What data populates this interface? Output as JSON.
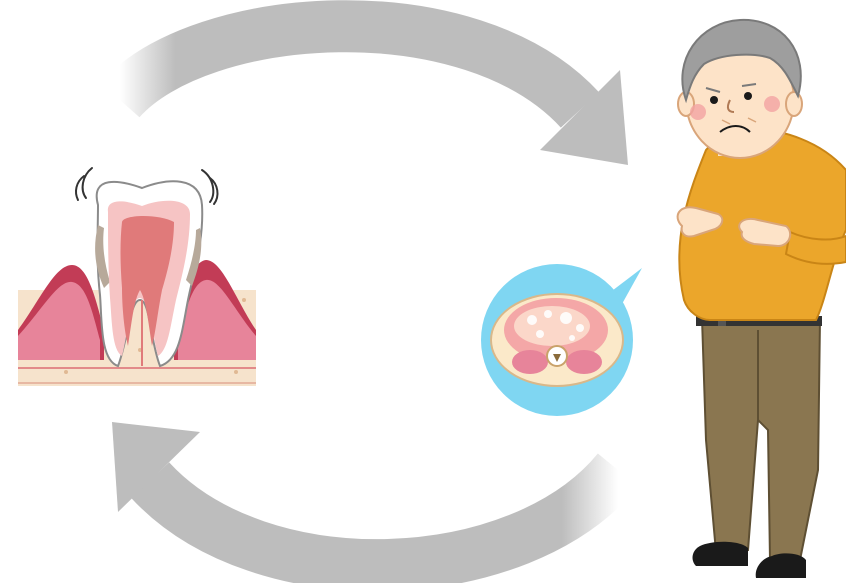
{
  "diagram": {
    "type": "cycle",
    "nodes": [
      {
        "id": "periodontal-disease",
        "icon": "loose-tooth-with-gum-recession-icon"
      },
      {
        "id": "visceral-fat-obesity",
        "icon": "elderly-man-holding-belly-icon"
      },
      {
        "id": "abdominal-cross-section",
        "icon": "abdominal-ct-cross-section-icon"
      }
    ],
    "arrows": [
      {
        "from": "periodontal-disease",
        "to": "visceral-fat-obesity",
        "direction": "clockwise-top"
      },
      {
        "from": "visceral-fat-obesity",
        "to": "periodontal-disease",
        "direction": "clockwise-bottom"
      }
    ],
    "colors": {
      "arrow": "#bdbdbd",
      "gum": "#e7849a",
      "gum_dark": "#c23c56",
      "bone": "#f6e3cc",
      "tooth": "#ffffff",
      "pulp": "#e07a7a",
      "sweater": "#eba62b",
      "pants": "#8a7650",
      "hair": "#9e9e9e",
      "skin": "#fde3c8",
      "bubble": "#7fd6f2",
      "fat": "#f4a7a7"
    }
  }
}
